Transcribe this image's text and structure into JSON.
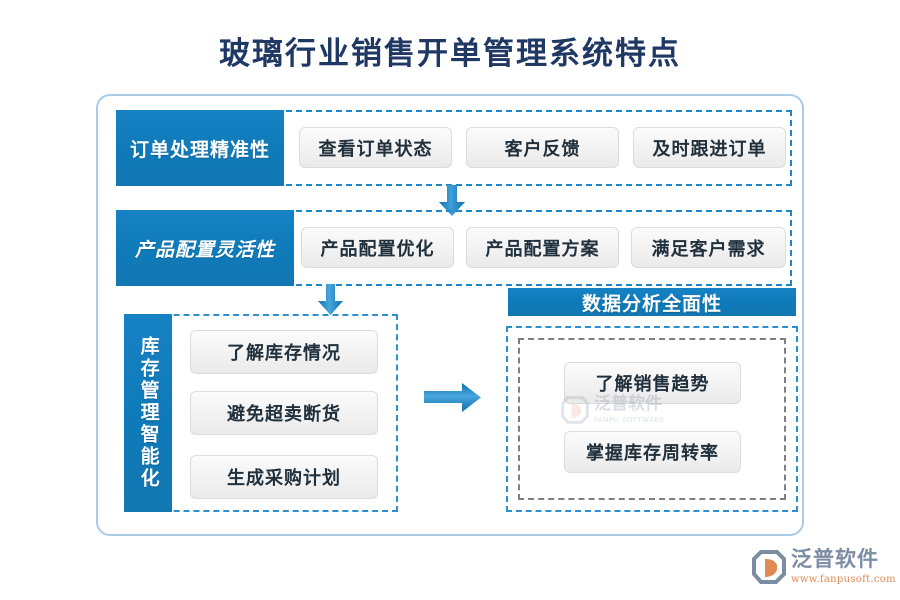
{
  "title": "玻璃行业销售开单管理系统特点",
  "colors": {
    "title_navy": "#1f3864",
    "brand_blue": "#0f7ab9",
    "outer_border": "#a9cbe8",
    "dashed_blue": "#2d8fd0",
    "dashed_gray": "#7f7f7f",
    "gray_box_bg": "#f3f3f3",
    "logo_gray_blue": "#7c8ca3",
    "logo_orange": "#e08a52"
  },
  "rows": [
    {
      "label": "订单处理精准性",
      "items": [
        "查看订单状态",
        "客户反馈",
        "及时跟进订单"
      ]
    },
    {
      "label": "产品配置灵活性",
      "items": [
        "产品配置优化",
        "产品配置方案",
        "满足客户需求"
      ]
    }
  ],
  "inventory": {
    "label": "库存管理智能化",
    "items": [
      "了解库存情况",
      "避免超卖断货",
      "生成采购计划"
    ]
  },
  "analytics": {
    "label": "数据分析全面性",
    "items": [
      "了解销售趋势",
      "掌握库存周转率"
    ]
  },
  "watermark": {
    "name": "泛普软件",
    "sub": "FANPU SOFTWARE"
  },
  "logo": {
    "name": "泛普软件",
    "url": "www.fanpusoft.com"
  }
}
